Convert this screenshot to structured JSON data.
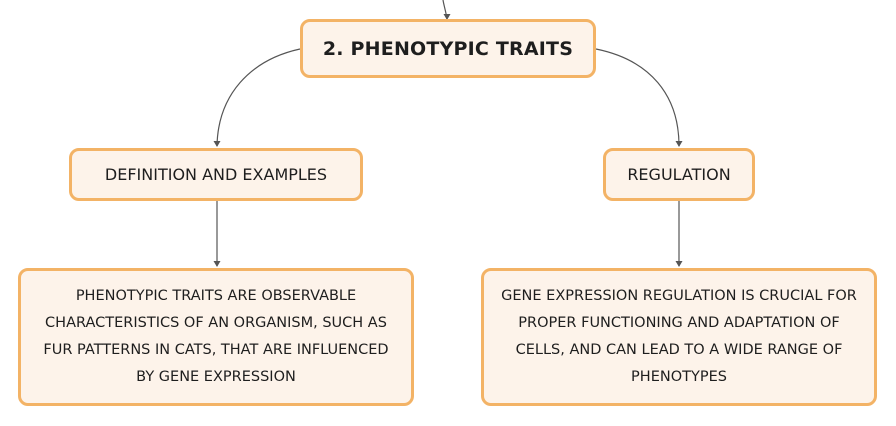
{
  "root": {
    "title": "2. PHENOTYPIC TRAITS"
  },
  "branches": [
    {
      "label": "DEFINITION AND EXAMPLES",
      "detail": "PHENOTYPIC TRAITS ARE OBSERVABLE CHARACTERISTICS OF AN ORGANISM, SUCH AS FUR PATTERNS IN CATS, THAT ARE INFLUENCED BY GENE EXPRESSION"
    },
    {
      "label": "REGULATION",
      "detail": "GENE EXPRESSION REGULATION IS CRUCIAL FOR PROPER FUNCTIONING AND ADAPTATION OF CELLS, AND CAN LEAD TO A WIDE RANGE OF PHENOTYPES"
    }
  ],
  "colors": {
    "node_fill": "#fdf3ea",
    "node_border": "#f3b366",
    "connector": "#555555",
    "text": "#1e1e1e"
  }
}
